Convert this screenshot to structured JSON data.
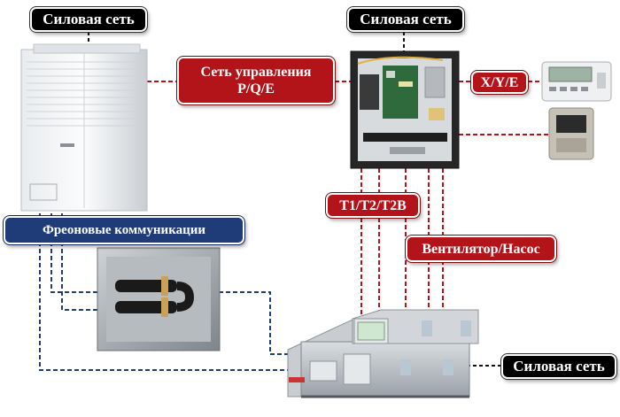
{
  "labels": {
    "power_top_left": "Силовая сеть",
    "power_top_right": "Силовая сеть",
    "power_bottom_right": "Силовая сеть",
    "control_net_line1": "Сеть управления",
    "control_net_line2": "P/Q/E",
    "xye": "X/Y/E",
    "t_sensors": "T1/T2/T2B",
    "fan_pump": "Вентилятор/Насос",
    "freon": "Фреоновые коммуникации"
  },
  "icons": {
    "outdoor_unit": "outdoor-vrf-unit-icon",
    "control_box": "control-box-icon",
    "wired_controller": "wired-controller-icon",
    "remote_panel": "wall-panel-icon",
    "heat_exchanger": "heat-exchanger-icon",
    "air_handling_unit": "air-handling-unit-icon"
  },
  "colors": {
    "control_line": "#b3141a",
    "power_line": "#111111",
    "freon_line": "#1f3c78"
  }
}
